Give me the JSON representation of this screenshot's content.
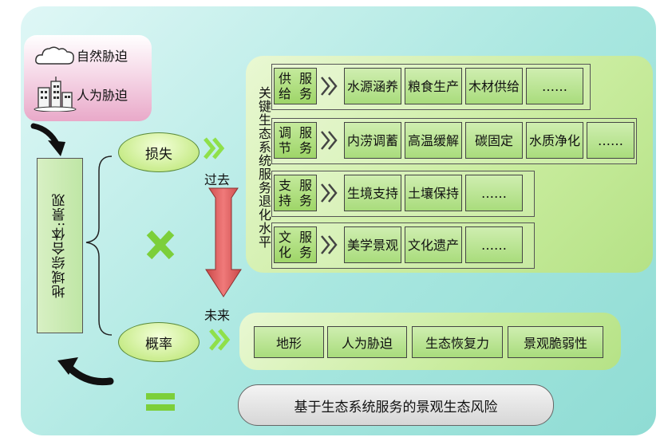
{
  "stressors": {
    "natural": "自然胁迫",
    "human": "人为胁迫"
  },
  "landscape_label": "地域综合体:景观",
  "loss_label": "损失",
  "probability_label": "概率",
  "panel_title": "关键生态系统服务退化水平",
  "time": {
    "past": "过去",
    "future": "未来"
  },
  "services": [
    {
      "header": [
        "供给",
        "服务"
      ],
      "items": [
        [
          "水源",
          "涵养"
        ],
        [
          "粮食",
          "生产"
        ],
        [
          "木材",
          "供给"
        ],
        [
          "……"
        ]
      ]
    },
    {
      "header": [
        "调节",
        "服务"
      ],
      "items": [
        [
          "内涝",
          "调蓄"
        ],
        [
          "高温",
          "缓解"
        ],
        [
          "碳固定"
        ],
        [
          "水质",
          "净化"
        ],
        [
          "……"
        ]
      ]
    },
    {
      "header": [
        "支持",
        "服务"
      ],
      "items": [
        [
          "生境",
          "支持"
        ],
        [
          "土壤",
          "保持"
        ],
        [
          "……"
        ]
      ]
    },
    {
      "header": [
        "文化",
        "服务"
      ],
      "items": [
        [
          "美学",
          "景观"
        ],
        [
          "文化",
          "遗产"
        ],
        [
          "……"
        ]
      ]
    }
  ],
  "probability_factors": [
    "地形",
    "人为胁迫",
    "生态恢复力",
    "景观脆弱性"
  ],
  "result": "基于生态系统服务的景观生态风险",
  "colors": {
    "accent_green": "#7ccf3a",
    "arrow_red": "#e06060",
    "chevron_green": "#8fe04a"
  }
}
